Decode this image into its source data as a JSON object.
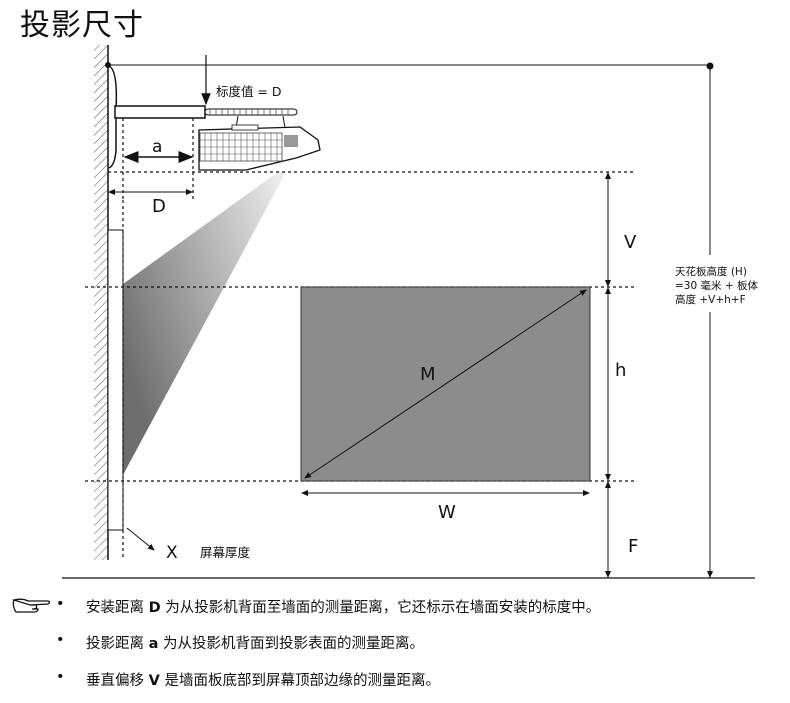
{
  "title": "投影尺寸",
  "diagram": {
    "scale_label": "标度值 = D",
    "a_label": "a",
    "D_label": "D",
    "V_label": "V",
    "h_label": "h",
    "F_label": "F",
    "M_label": "M",
    "W_label": "W",
    "X_label": "X",
    "screen_thickness_label": "屏幕厚度",
    "ceiling_height": [
      "天花板高度 (H)",
      "=30 毫米 + 板体",
      "高度 +V+h+F"
    ]
  },
  "notes": [
    {
      "pre": "安装距离 ",
      "key": "D",
      "post": " 为从投影机背面至墙面的测量距离，它还标示在墙面安装的标度中。"
    },
    {
      "pre": "投影距离 ",
      "key": "a",
      "post": " 为从投影机背面到投影表面的测量距离。"
    },
    {
      "pre": "垂直偏移 ",
      "key": "V",
      "post": " 是墙面板底部到屏幕顶部边缘的测量距离。"
    }
  ],
  "bullet": "•"
}
